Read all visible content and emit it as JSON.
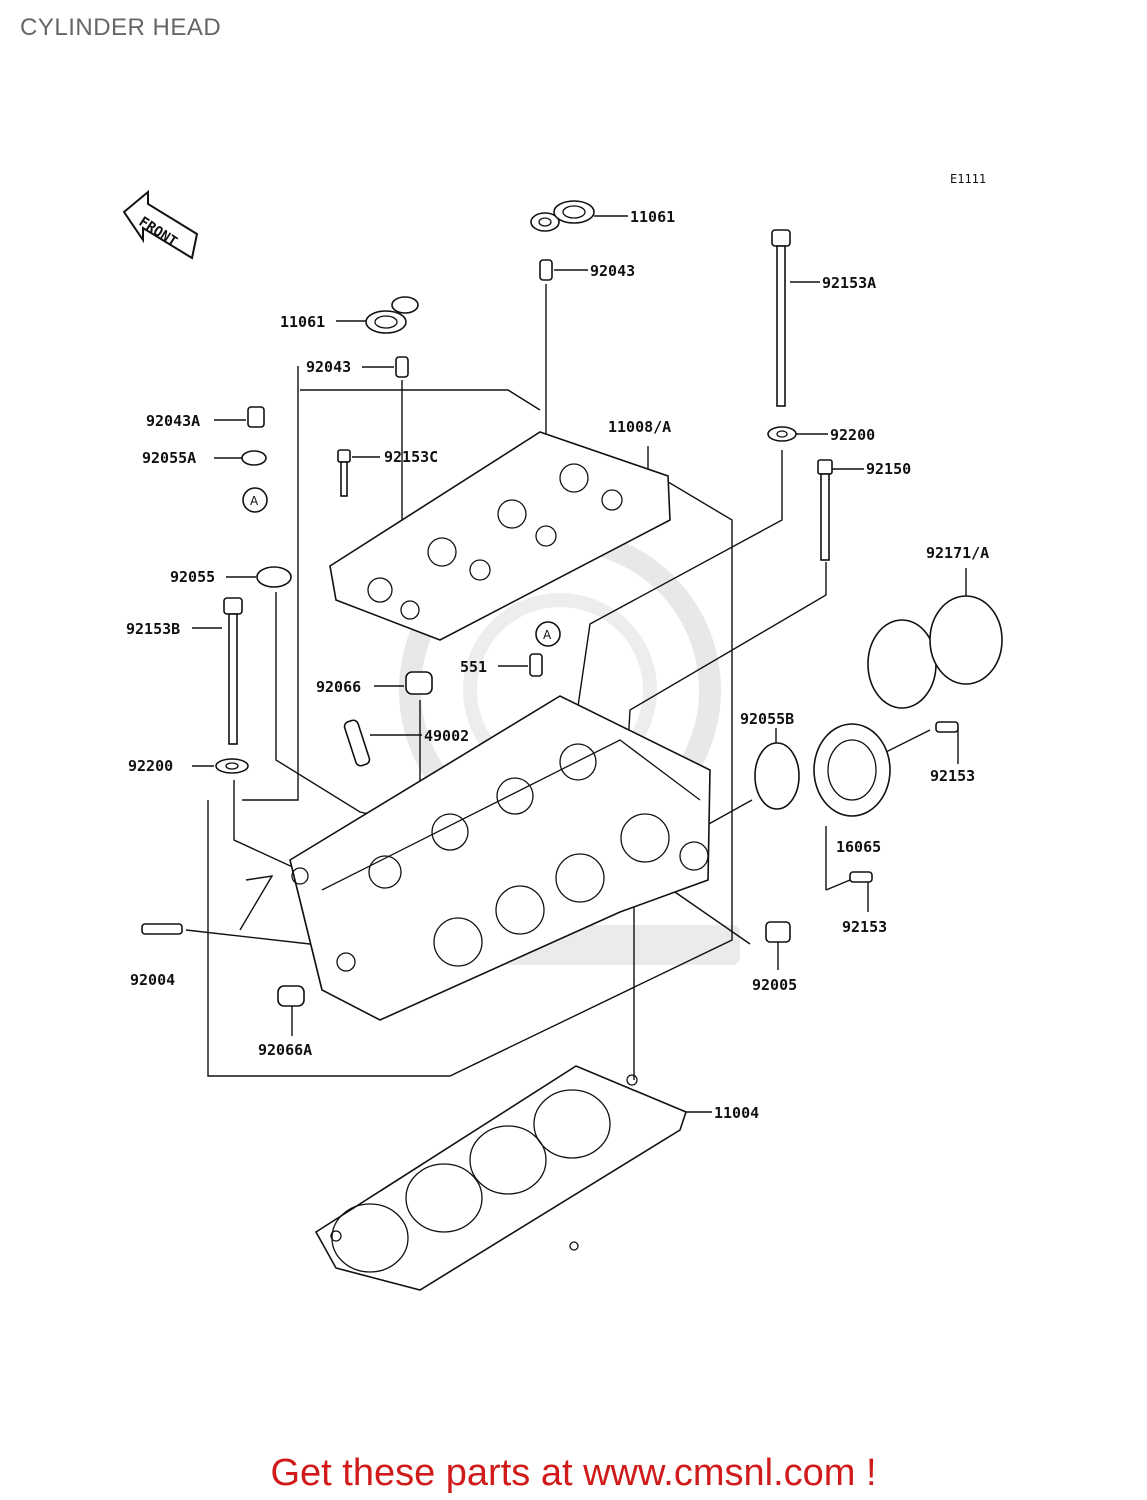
{
  "page_title": "CYLINDER HEAD",
  "diagram_code": "E1111",
  "front_arrow_label": "FRONT",
  "ref_marker": "A",
  "call_to_action": "Get these parts at www.cmsnl.com !",
  "parts": {
    "p11061_top": "11061",
    "p92043_top": "92043",
    "p92153A": "92153A",
    "p11061_left": "11061",
    "p92043_left": "92043",
    "p92043A": "92043A",
    "p92055A": "92055A",
    "p92153C": "92153C",
    "p11008A": "11008/A",
    "p92200_right": "92200",
    "p92150": "92150",
    "p92055": "92055",
    "p92171A": "92171/A",
    "p92153B": "92153B",
    "p551": "551",
    "p92066": "92066",
    "p49002": "49002",
    "p92055B": "92055B",
    "p92153_upper": "92153",
    "p92200_left": "92200",
    "p16065": "16065",
    "p92153_lower": "92153",
    "p92004": "92004",
    "p92005": "92005",
    "p92066A": "92066A",
    "p11004": "11004"
  },
  "colors": {
    "cta": "#d11a1a",
    "title": "#666666",
    "line": "#111111"
  }
}
